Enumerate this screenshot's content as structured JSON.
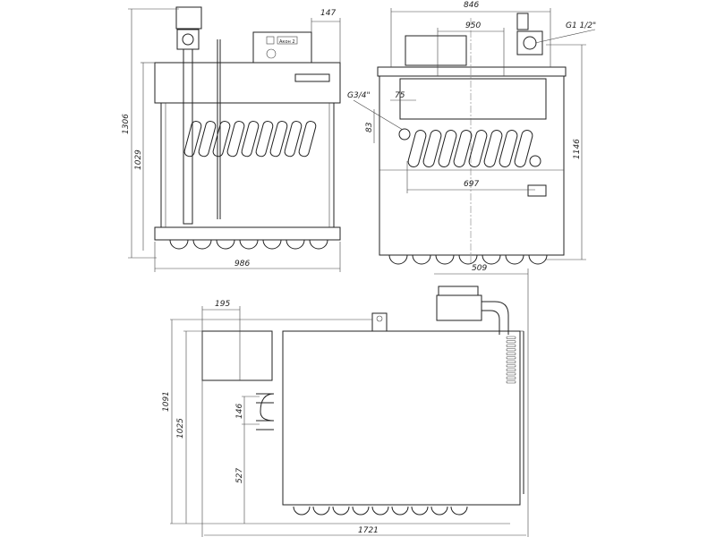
{
  "front_view": {
    "dims": {
      "top_offset": "147",
      "total_height": "1306",
      "body_height": "1029",
      "width": "986"
    },
    "panel_label": "Акон 2"
  },
  "side_view": {
    "dims": {
      "width": "846",
      "spacing": "950",
      "gas_inlet": "G1 1/2\"",
      "water_connection": "G3/4\"",
      "offset": "75",
      "vertical_offset": "83",
      "height": "1146",
      "burner_span": "697"
    }
  },
  "top_view": {
    "dims": {
      "depth_top": "509",
      "flue_width": "195",
      "total_height": "1091",
      "body_height": "1025",
      "pipe_spacing": "146",
      "pipe_height": "527",
      "total_length": "1721"
    }
  }
}
